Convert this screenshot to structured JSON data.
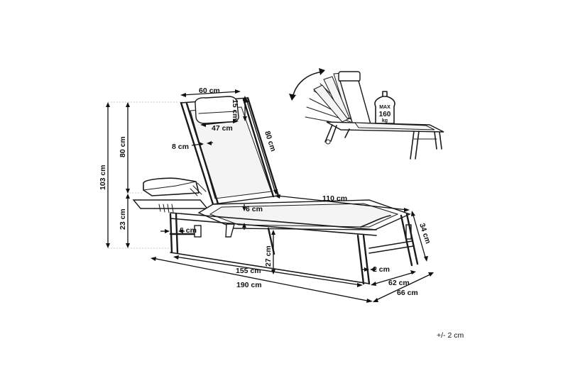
{
  "dimensions": {
    "headrest_width": "60 cm",
    "headrest_height": "15 cm",
    "headrest_inner_width": "47 cm",
    "backrest_length": "80 cm",
    "armrest_gap": "8 cm",
    "total_height": "103 cm",
    "back_height": "80 cm",
    "seat_height_side": "23 cm",
    "seat_length": "110 cm",
    "seat_thickness": "6 cm",
    "leg_thickness": "6 cm",
    "seat_height": "27 cm",
    "frame_end_height": "34 cm",
    "inner_length": "155 cm",
    "total_length": "190 cm",
    "leg_offset": "2 cm",
    "inner_width": "62 cm",
    "total_width": "66 cm"
  },
  "max_load": {
    "line1": "MAX",
    "line2": "160",
    "line3": "kg"
  },
  "tolerance": "+/- 2 cm"
}
